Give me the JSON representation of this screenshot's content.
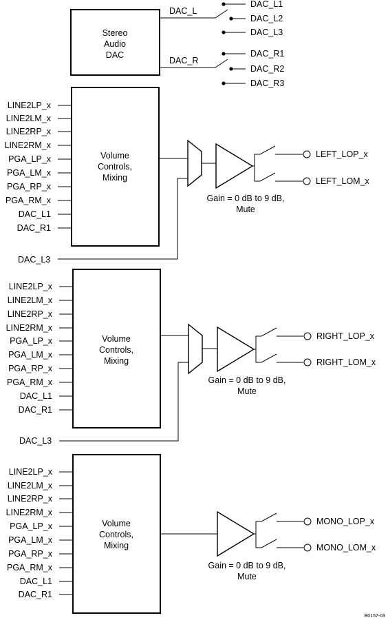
{
  "dac_block": {
    "label_lines": [
      "Stereo",
      "Audio",
      "DAC"
    ],
    "out_left": "DAC_L",
    "out_right": "DAC_R",
    "left_taps": [
      "DAC_L1",
      "DAC_L2",
      "DAC_L3"
    ],
    "right_taps": [
      "DAC_R1",
      "DAC_R2",
      "DAC_R3"
    ]
  },
  "mixer_inputs": [
    "LINE2LP_x",
    "LINE2LM_x",
    "LINE2RP_x",
    "LINE2RM_x",
    "PGA_LP_x",
    "PGA_LM_x",
    "PGA_RP_x",
    "PGA_RM_x",
    "DAC_L1",
    "DAC_R1"
  ],
  "mixer_label_lines": [
    "Volume",
    "Controls,",
    "Mixing"
  ],
  "gain_lines": [
    "Gain = 0 dB to 9 dB,",
    "Mute"
  ],
  "paths": [
    {
      "id": "left",
      "bypass_input": "DAC_L3",
      "outputs": [
        "LEFT_LOP_x",
        "LEFT_LOM_x"
      ]
    },
    {
      "id": "right",
      "bypass_input": "DAC_L3",
      "outputs": [
        "RIGHT_LOP_x",
        "RIGHT_LOM_x"
      ]
    },
    {
      "id": "mono",
      "bypass_input": "",
      "outputs": [
        "MONO_LOP_x",
        "MONO_LOM_x"
      ]
    }
  ],
  "figure_code": "B0157-03"
}
